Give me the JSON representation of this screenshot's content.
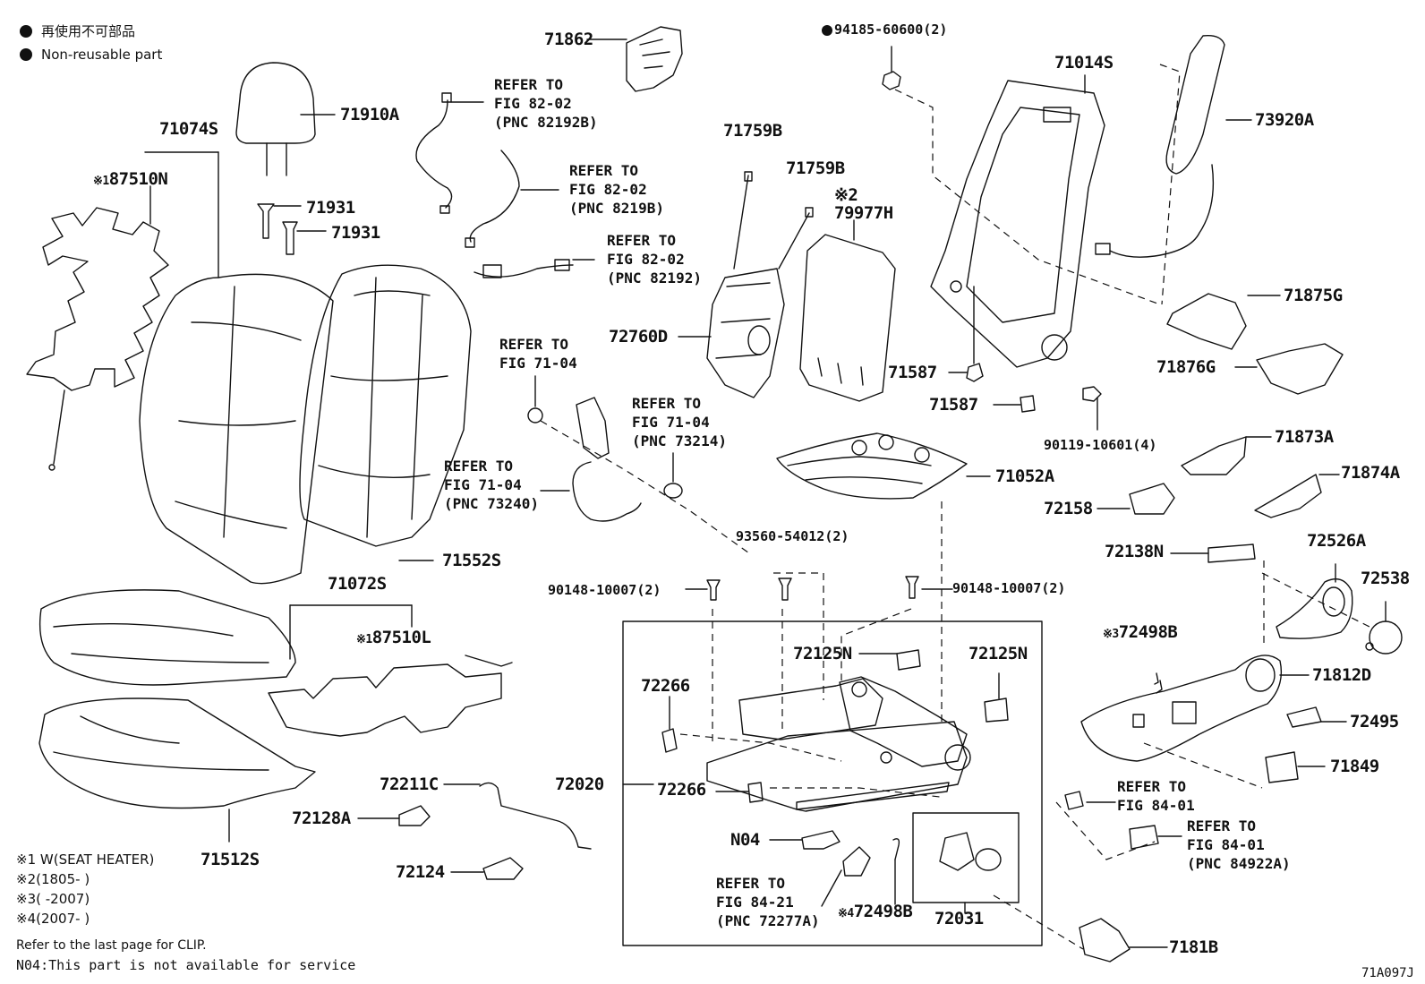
{
  "legend": {
    "line1": "再使用不可部品",
    "line2": "Non-reusable part"
  },
  "parts": {
    "p71862": "71862",
    "p71910A": "71910A",
    "p71074S": "71074S",
    "p87510N": "87510N",
    "p71931a": "71931",
    "p71931b": "71931",
    "p71759Ba": "71759B",
    "p71759Bb": "71759B",
    "p79977H": "79977H",
    "p71014S": "71014S",
    "p73920A": "73920A",
    "p72760D": "72760D",
    "p71587a": "71587",
    "p71587b": "71587",
    "p71875G": "71875G",
    "p71876G": "71876G",
    "p71873A": "71873A",
    "p71874A": "71874A",
    "p71052A": "71052A",
    "p72158": "72158",
    "p71552S": "71552S",
    "p71072S": "71072S",
    "p87510L": "87510L",
    "p72138N": "72138N",
    "p72526A": "72526A",
    "p72538": "72538",
    "p72498Ba": "72498B",
    "p71812D": "71812D",
    "p72125Na": "72125N",
    "p72125Nb": "72125N",
    "p72266a": "72266",
    "p72266b": "72266",
    "p72495": "72495",
    "p71849": "71849",
    "p72020": "72020",
    "p72211C": "72211C",
    "p72128A": "72128A",
    "p71512S": "71512S",
    "p72124": "72124",
    "pN04": "N04",
    "p72498Bb": "72498B",
    "p72031": "72031",
    "p7181B": "7181B"
  },
  "partnums": {
    "n94185": "94185-60600(2)",
    "n90119": "90119-10601(4)",
    "n93560": "93560-54012(2)",
    "n90148a": "90148-10007(2)",
    "n90148b": "90148-10007(2)"
  },
  "marks": {
    "m1a": "※1",
    "m1b": "※1",
    "m2": "※2",
    "m3": "※3",
    "m4": "※4"
  },
  "refs": {
    "r1": "REFER TO\nFIG 82-02\n(PNC 82192B)",
    "r2": "REFER TO\nFIG 82-02\n(PNC 8219B)",
    "r3": "REFER TO\nFIG 82-02\n(PNC 82192)",
    "r4": "REFER TO\nFIG 71-04",
    "r5": "REFER TO\nFIG 71-04\n(PNC 73214)",
    "r6": "REFER TO\nFIG 71-04\n(PNC 73240)",
    "r7": "REFER TO\nFIG 84-01",
    "r8": "REFER TO\nFIG 84-01\n(PNC 84922A)",
    "r9": "REFER TO\nFIG 84-21\n(PNC 72277A)"
  },
  "notes": {
    "n1": "※1  W(SEAT HEATER)",
    "n2": "※2(1805-      )",
    "n3": "※3(      -2007)",
    "n4": "※4(2007-      )",
    "clip": "Refer to the last page for CLIP.",
    "n04": "N04:This part is not available for service"
  },
  "diagram_code": "71A097J"
}
